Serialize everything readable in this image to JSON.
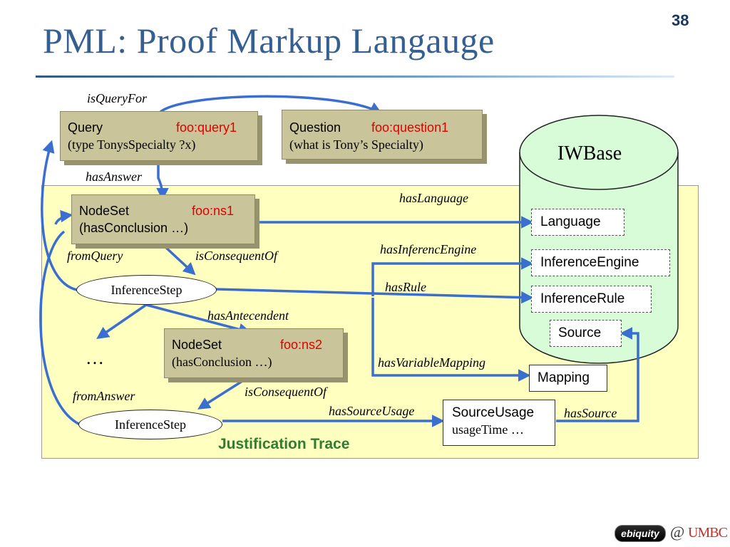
{
  "slide": {
    "title": "PML: Proof Markup Langauge",
    "number": "38"
  },
  "trace_label": "Justification Trace",
  "iwbase": {
    "label": "IWBase",
    "items": {
      "language": "Language",
      "inference_engine": "InferenceEngine",
      "inference_rule": "InferenceRule",
      "source": "Source"
    }
  },
  "query": {
    "label": "Query",
    "id": "foo:query1",
    "detail": "(type TonysSpecialty ?x)"
  },
  "question": {
    "label": "Question",
    "id": "foo:question1",
    "detail": "(what is Tony’s Specialty)"
  },
  "nodeset1": {
    "label": "NodeSet",
    "id": "foo:ns1",
    "detail": "(hasConclusion …)"
  },
  "nodeset2": {
    "label": "NodeSet",
    "id": "foo:ns2",
    "detail": "(hasConclusion …)"
  },
  "inference_step_1": "InferenceStep",
  "inference_step_2": "InferenceStep",
  "ellipsis": "…",
  "mapping": "Mapping",
  "source_usage": {
    "label": "SourceUsage",
    "detail": "usageTime …"
  },
  "edges": {
    "is_query_for": "isQueryFor",
    "has_answer": "hasAnswer",
    "has_language": "hasLanguage",
    "from_query": "fromQuery",
    "is_consequent_of_1": "isConsequentOf",
    "has_inference_engine": "hasInferencEngine",
    "has_rule": "hasRule",
    "has_antecedent": "hasAntecendent",
    "has_variable_mapping": "hasVariableMapping",
    "from_answer": "fromAnswer",
    "is_consequent_of_2": "isConsequentOf",
    "has_source_usage": "hasSourceUsage",
    "has_source": "hasSource"
  },
  "footer": {
    "logo_text": "ebiquity",
    "at": "@",
    "org": "UMBC"
  },
  "colors": {
    "title": "#365f91",
    "arrow": "#3a6fd0",
    "trace_background": "#ffffc0",
    "database": "#d8fcd8",
    "node_box": "#c9c499",
    "identifier": "#e00000",
    "trace_label": "#2e7d32"
  }
}
